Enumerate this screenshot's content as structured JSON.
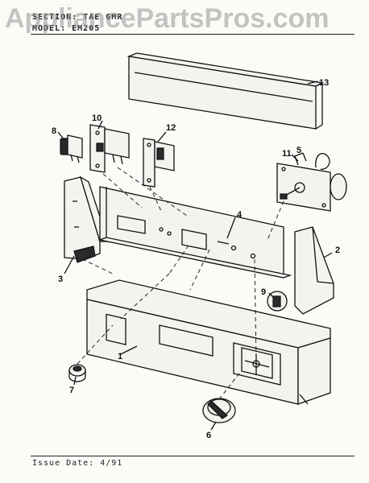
{
  "header": {
    "section_label": "SECTION:",
    "section_value": "TAE GMR",
    "model_label": "MODEL:",
    "model_value": "EM205"
  },
  "watermark": "AppliancePartsPros.com",
  "footer": {
    "issue_date": "Issue Date: 4/91"
  },
  "callouts": [
    "1",
    "2",
    "3",
    "4",
    "5",
    "6",
    "7",
    "8",
    "9",
    "10",
    "11",
    "12",
    "13"
  ]
}
